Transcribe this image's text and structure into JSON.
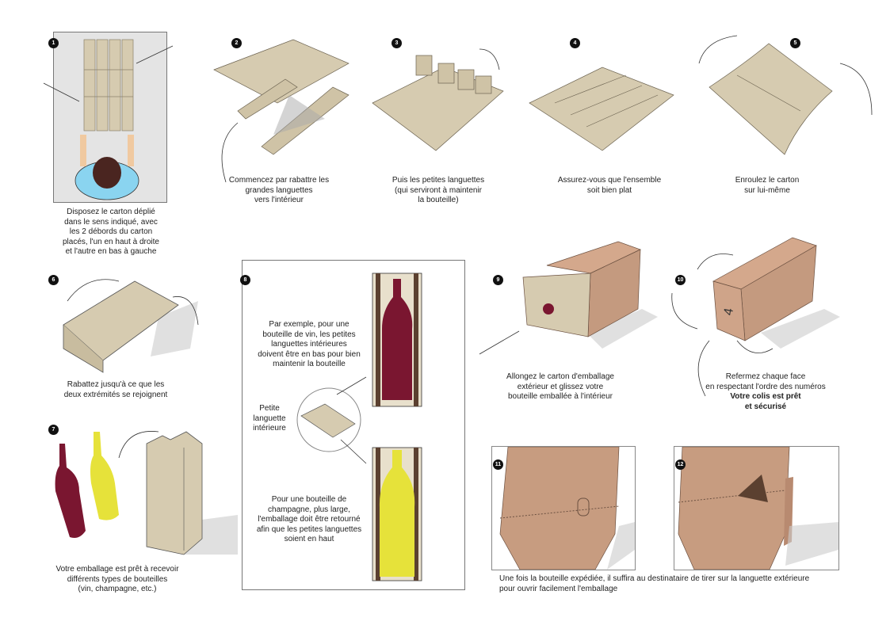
{
  "colors": {
    "cardboard": "#d6cbb0",
    "kraft": "#c49a7f",
    "wine": "#7a1630",
    "champagne": "#e6e23a",
    "badge": "#111111"
  },
  "steps": [
    {
      "num": "1",
      "caption": [
        "Disposez le carton déplié",
        "dans le sens indiqué, avec",
        "les 2 débords du carton",
        "placés, l'un en haut à droite",
        "et l'autre en bas à gauche"
      ]
    },
    {
      "num": "2",
      "caption": [
        "Commencez par rabattre les",
        "grandes languettes",
        "vers l'intérieur"
      ]
    },
    {
      "num": "3",
      "caption": [
        "Puis les petites languettes",
        "(qui serviront à maintenir",
        "la bouteille)"
      ]
    },
    {
      "num": "4",
      "caption": [
        "Assurez-vous que l'ensemble",
        "soit bien plat"
      ]
    },
    {
      "num": "5",
      "caption": [
        "Enroulez le carton",
        "sur lui-même"
      ]
    },
    {
      "num": "6",
      "caption": [
        "Rabattez jusqu'à ce que les",
        "deux extrémités se rejoignent"
      ]
    },
    {
      "num": "7",
      "caption": [
        "Votre emballage est prêt à recevoir",
        "différents types de bouteilles",
        "(vin, champagne, etc.)"
      ]
    },
    {
      "num": "8",
      "top_text": [
        "Par exemple, pour une",
        "bouteille de vin, les petites",
        "languettes intérieures",
        "doivent être en bas pour bien",
        "maintenir la bouteille"
      ],
      "label": [
        "Petite",
        "languette",
        "intérieure"
      ],
      "bottom_text": [
        "Pour une bouteille de",
        "champagne, plus large,",
        "l'emballage doit être retourné",
        "afin que les petites languettes",
        "soient en haut"
      ]
    },
    {
      "num": "9",
      "caption": [
        "Allongez le carton d'emballage",
        "extérieur et glissez votre",
        "bouteille emballée à l'intérieur"
      ]
    },
    {
      "num": "10",
      "caption": [
        "Refermez chaque face",
        "en respectant l'ordre des numéros"
      ],
      "bold": [
        "Votre colis est prêt",
        "et sécurisé"
      ],
      "box_mark": "4"
    },
    {
      "num": "11"
    },
    {
      "num": "12"
    }
  ],
  "final_caption": [
    "Une fois la bouteille expédiée, il suffira au destinataire de tirer sur la languette extérieure",
    "pour ouvrir facilement l'emballage"
  ]
}
